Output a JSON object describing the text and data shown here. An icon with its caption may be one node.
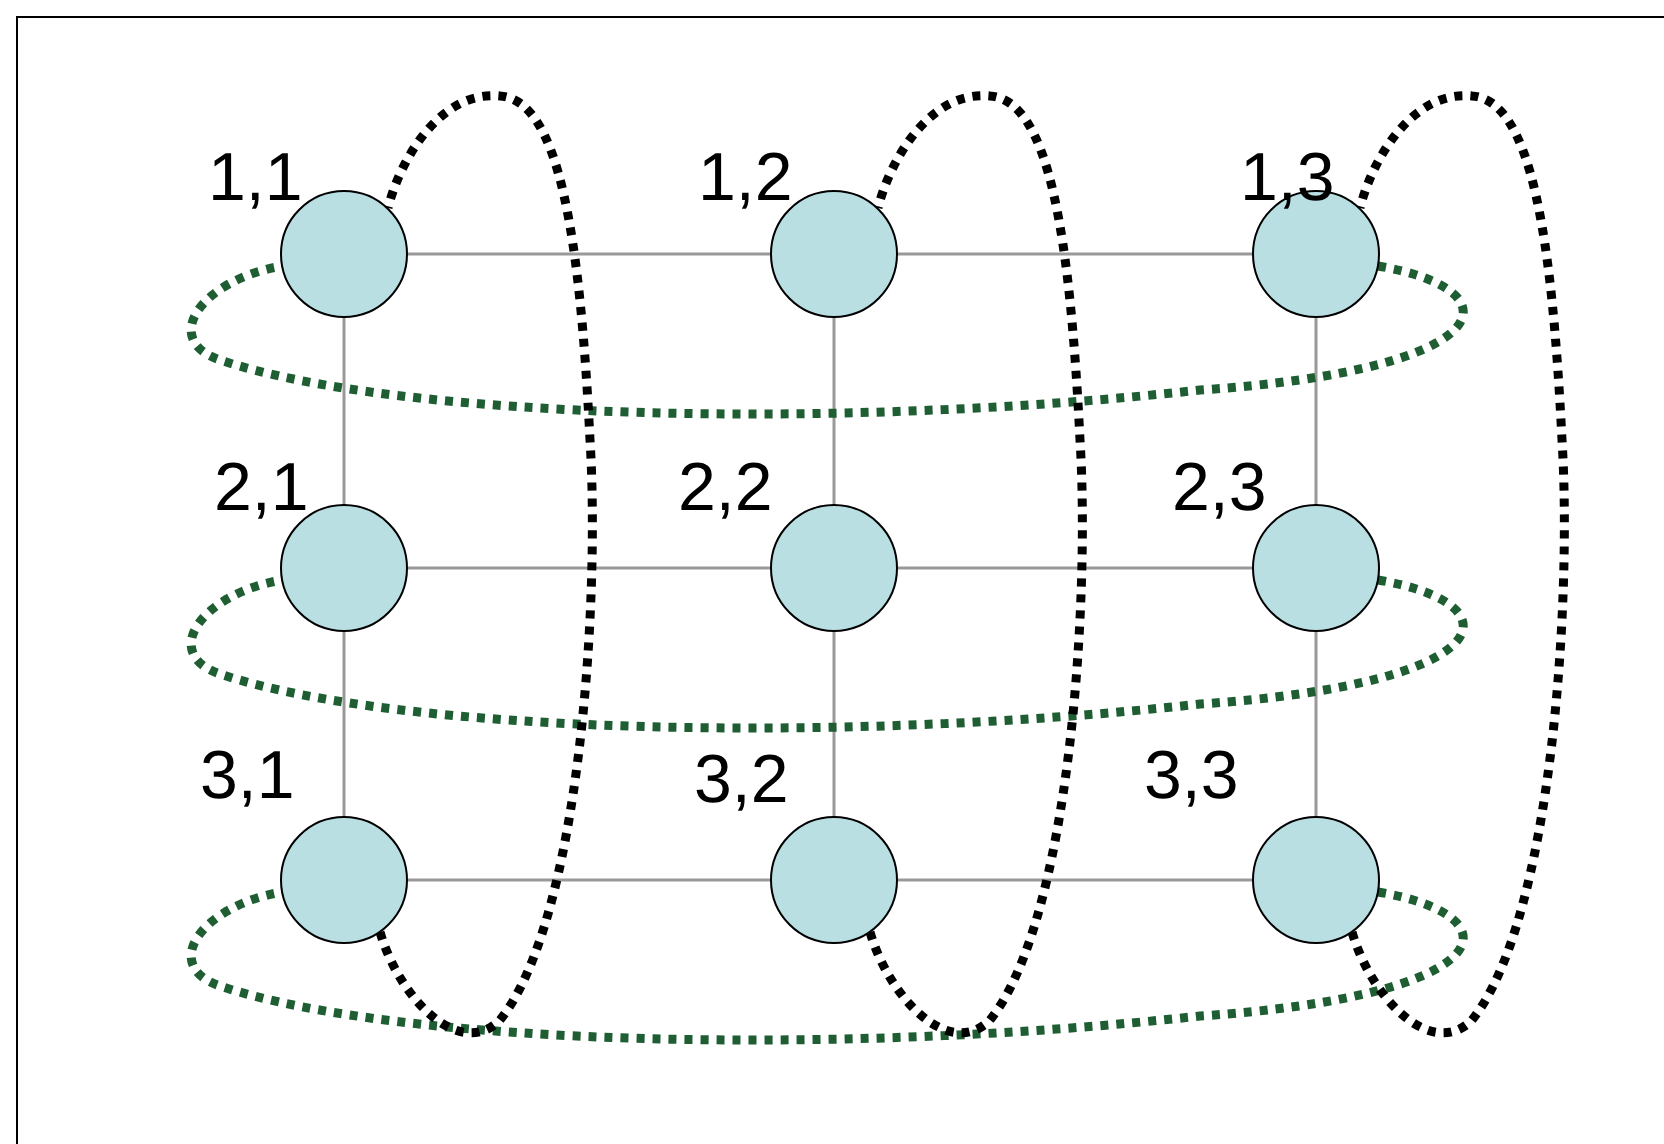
{
  "diagram": {
    "nodes": [
      {
        "text": [],
        "shape": "circle",
        "beside": [
          "1,1"
        ]
      },
      {
        "text": [],
        "shape": "circle",
        "beside": [
          "1,2"
        ]
      },
      {
        "text": [],
        "shape": "circle",
        "beside": [
          "1,3"
        ]
      },
      {
        "text": [],
        "shape": "circle",
        "beside": [
          "2,1"
        ]
      },
      {
        "text": [],
        "shape": "circle",
        "beside": [
          "2,2"
        ]
      },
      {
        "text": [],
        "shape": "circle",
        "beside": [
          "2,3"
        ]
      },
      {
        "text": [],
        "shape": "circle",
        "beside": [
          "3,1"
        ]
      },
      {
        "text": [],
        "shape": "circle",
        "beside": [
          "3,2"
        ]
      },
      {
        "text": [],
        "shape": "circle",
        "beside": [
          "3,3"
        ]
      }
    ],
    "edges": [
      {
        "from": 0,
        "to": 1,
        "arrow": "none"
      },
      {
        "from": 1,
        "to": 2,
        "arrow": "none"
      },
      {
        "from": 3,
        "to": 4,
        "arrow": "none"
      },
      {
        "from": 4,
        "to": 5,
        "arrow": "none"
      },
      {
        "from": 6,
        "to": 7,
        "arrow": "none"
      },
      {
        "from": 7,
        "to": 8,
        "arrow": "none"
      },
      {
        "from": 0,
        "to": 3,
        "arrow": "none"
      },
      {
        "from": 3,
        "to": 6,
        "arrow": "none"
      },
      {
        "from": 1,
        "to": 4,
        "arrow": "none"
      },
      {
        "from": 4,
        "to": 7,
        "arrow": "none"
      },
      {
        "from": 2,
        "to": 5,
        "arrow": "none"
      },
      {
        "from": 5,
        "to": 8,
        "arrow": "none"
      },
      {
        "from": 2,
        "to": 0,
        "arrow": "none",
        "style": "dashed",
        "color": "#1e5e32"
      },
      {
        "from": 5,
        "to": 3,
        "arrow": "none",
        "style": "dashed",
        "color": "#1e5e32"
      },
      {
        "from": 8,
        "to": 6,
        "arrow": "none",
        "style": "dashed",
        "color": "#1e5e32"
      },
      {
        "from": 6,
        "to": 0,
        "arrow": "none",
        "style": "dashed",
        "color": "#000000"
      },
      {
        "from": 7,
        "to": 1,
        "arrow": "none",
        "style": "dashed",
        "color": "#000000"
      },
      {
        "from": 8,
        "to": 2,
        "arrow": "none",
        "style": "dashed",
        "color": "#000000"
      }
    ]
  }
}
